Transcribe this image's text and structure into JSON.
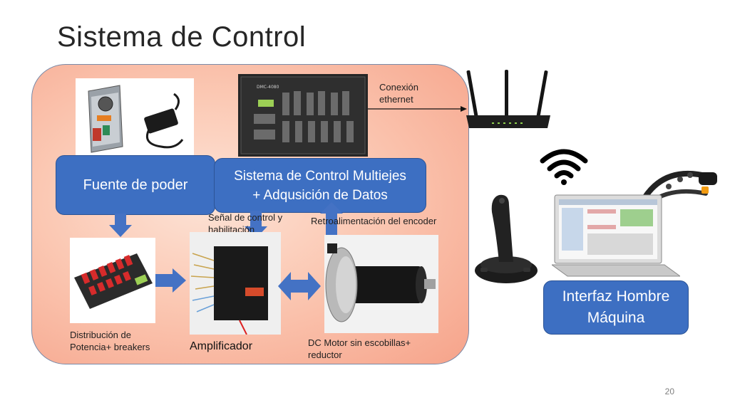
{
  "slide": {
    "title": "Sistema de Control",
    "page_number": "20"
  },
  "boxes": {
    "fuente": "Fuente de poder",
    "sistema_line1": "Sistema de Control Multiejes",
    "sistema_line2": "+ Adqusición de Datos",
    "interfaz_line1": "Interfaz Hombre",
    "interfaz_line2": "Máquina"
  },
  "labels": {
    "conexion_line1": "Conexión",
    "conexion_line2": "ethernet",
    "senal_line1": "Señal de control y",
    "senal_line2": "habilitación",
    "retro": "Retroalimentación del encoder",
    "distribucion_line1": "Distribución de",
    "distribucion_line2": "Potencia+ breakers",
    "amplificador": "Amplificador",
    "motor_line1": "DC Motor sin escobillas+",
    "motor_line2": "reductor"
  },
  "devices": {
    "controller_model": "DMC-4080"
  },
  "colors": {
    "box_fill": "#3d6fc2",
    "arrow_fill": "#4472c4",
    "panel_fill": "#f8b49c"
  }
}
